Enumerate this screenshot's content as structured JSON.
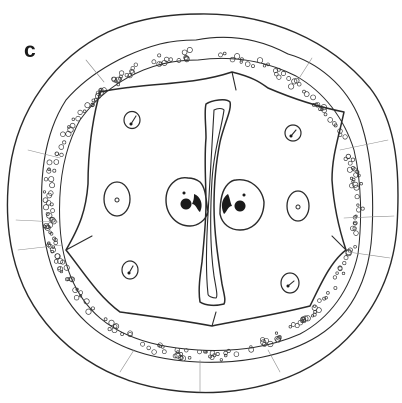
{
  "figure": {
    "panel_label": "c",
    "colors": {
      "ink": "#2a2a2a",
      "faint_line": "#8a8a8a",
      "background": "#ffffff"
    },
    "structures": {
      "outer_ring": "outer-circle",
      "cortex_band": "stippled-ring",
      "inner_body": "octagonal-cavity",
      "central_slit": "elongated-slit",
      "paired_organs_count": 2,
      "small_cells_count": 6
    }
  }
}
